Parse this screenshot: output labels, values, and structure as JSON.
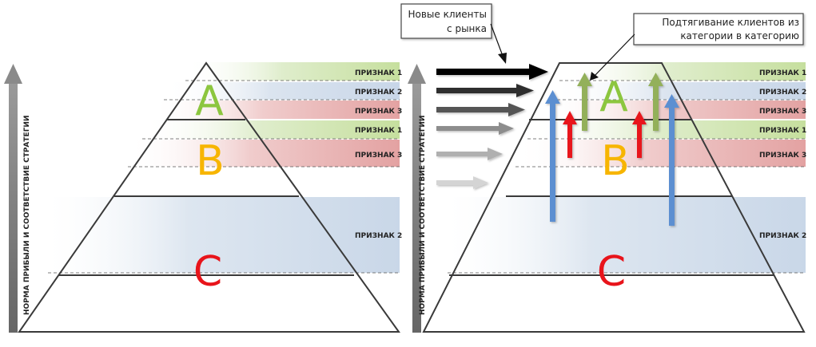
{
  "axis": {
    "label": "НОРМА ПРИБЫЛИ И СООТВЕТСТВИЕ СТРАТЕГИИ"
  },
  "bands": {
    "feature_1": "ПРИЗНАК 1",
    "feature_2": "ПРИЗНАК 2",
    "feature_3": "ПРИЗНАК 3"
  },
  "categories": {
    "a": "A",
    "b": "B",
    "c": "C"
  },
  "callouts": {
    "new_clients_line1": "Новые клиенты",
    "new_clients_line2": "с рынка",
    "pull_line1": "Подтягивание клиентов из",
    "pull_line2": "категории в категорию"
  },
  "colors": {
    "a": "#8cc63f",
    "b": "#f7b500",
    "c": "#e8141b",
    "green_band": "#d3e6bd",
    "blue_band": "#d0dcea",
    "red_band": "#e8b0b0",
    "arrow_blue": "#5b8fd1",
    "arrow_red": "#e8141b",
    "arrow_green": "#93b05a",
    "axis_arrow": "#777777"
  }
}
